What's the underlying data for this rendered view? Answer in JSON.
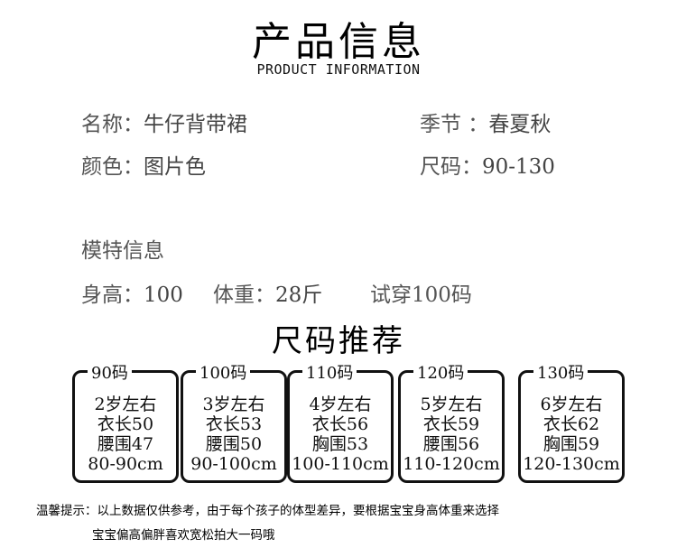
{
  "header": {
    "title": "产品信息",
    "subtitle": "PRODUCT INFORMATION"
  },
  "info": {
    "name_label": "名称：",
    "name_value": "牛仔背带裙",
    "season_label": "季节 ：",
    "season_value": "春夏秋",
    "color_label": "颜色：",
    "color_value": "图片色",
    "size_label": "尺码：",
    "size_value": "90-130"
  },
  "model": {
    "heading": "模特信息",
    "height_label": "身高：",
    "height_value": "100",
    "weight_label": "体重：",
    "weight_value": "28斤",
    "tryon": "试穿100码"
  },
  "recommend": {
    "title": "尺码推荐",
    "sizes": [
      {
        "label": "90码",
        "lines": [
          "2岁左右",
          "衣长50",
          "腰围47",
          "80-90cm"
        ]
      },
      {
        "label": "100码",
        "lines": [
          "3岁左右",
          "衣长53",
          "腰围50",
          "90-100cm"
        ]
      },
      {
        "label": "110码",
        "lines": [
          "4岁左右",
          "衣长56",
          "胸围53",
          "100-110cm"
        ]
      },
      {
        "label": "120码",
        "lines": [
          "5岁左右",
          "衣长59",
          "腰围56",
          "110-120cm"
        ]
      },
      {
        "label": "130码",
        "lines": [
          "6岁左右",
          "衣长62",
          "胸围59",
          "120-130cm"
        ]
      }
    ]
  },
  "notes": {
    "line1": "温馨提示：以上数据仅供参考，由于每个孩子的体型差异，要根据宝宝身高体重来选择",
    "line2": "宝宝偏高偏胖喜欢宽松拍大一码哦"
  }
}
